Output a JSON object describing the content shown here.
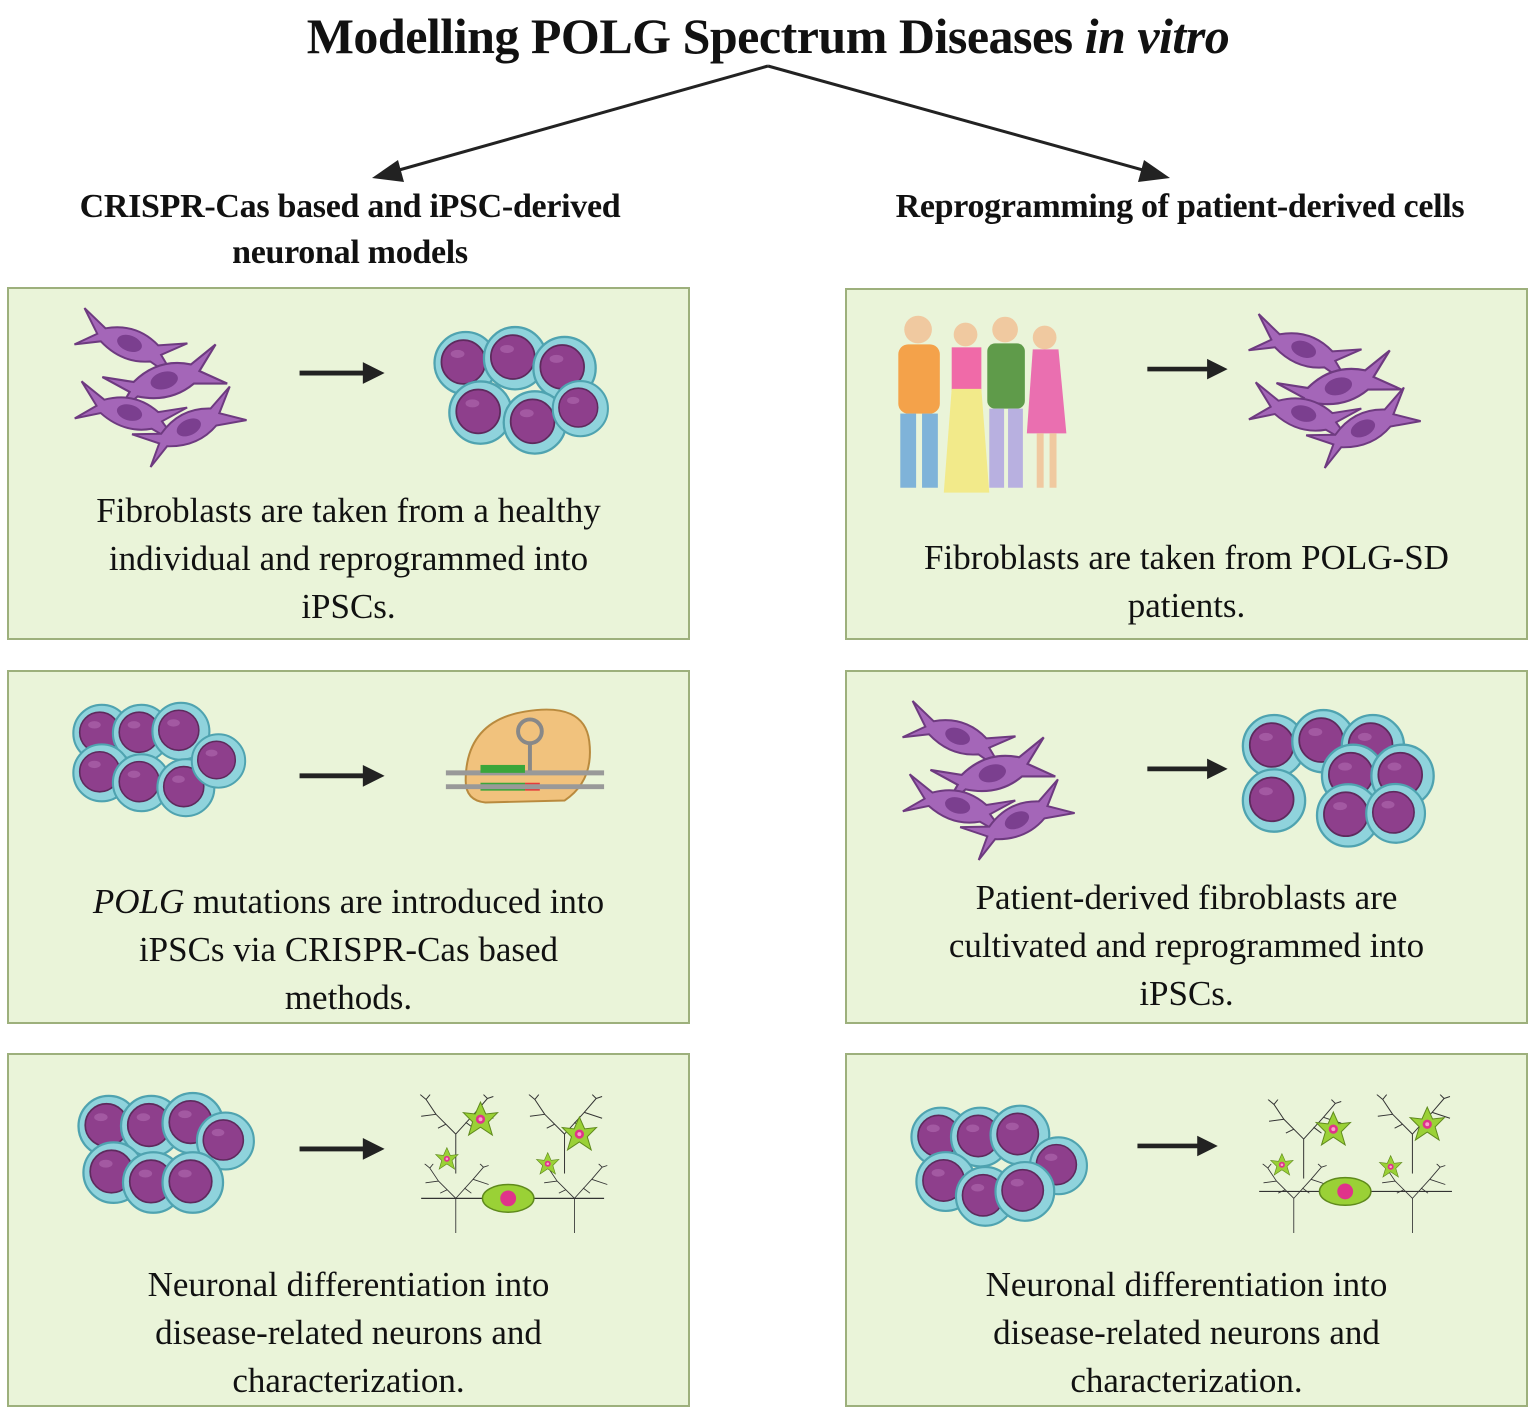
{
  "title": {
    "main": "Modelling POLG Spectrum Diseases",
    "italic": "in vitro"
  },
  "columns": {
    "left": {
      "heading_line1": "CRISPR-Cas based and iPSC-derived",
      "heading_line2": "neuronal models",
      "panels": [
        {
          "caption_lines": [
            "Fibroblasts are taken from a healthy",
            "individual and reprogrammed into",
            "iPSCs."
          ]
        },
        {
          "caption_italic": "POLG",
          "caption_first_rest": " mutations are introduced into",
          "caption_lines": [
            "iPSCs via CRISPR-Cas based",
            "methods."
          ]
        },
        {
          "caption_lines": [
            "Neuronal differentiation into",
            "disease-related neurons and",
            "characterization."
          ]
        }
      ]
    },
    "right": {
      "heading": "Reprogramming of patient-derived cells",
      "panels": [
        {
          "caption_lines": [
            "Fibroblasts are taken from POLG-SD",
            "patients."
          ]
        },
        {
          "caption_lines": [
            "Patient-derived fibroblasts are",
            "cultivated and reprogrammed into",
            "iPSCs."
          ]
        },
        {
          "caption_lines": [
            "Neuronal differentiation into",
            "disease-related neurons and",
            "characterization."
          ]
        }
      ]
    }
  },
  "colors": {
    "panel_bg": "#eaf4d9",
    "panel_border": "#9db07c",
    "fibroblast": "#9b59b6",
    "ipsc_nucleus": "#8e3f8c",
    "ipsc_cytoplasm": "#8fd3dc",
    "neuron_body": "#9ad136",
    "neuron_nucleus": "#e0338a"
  }
}
